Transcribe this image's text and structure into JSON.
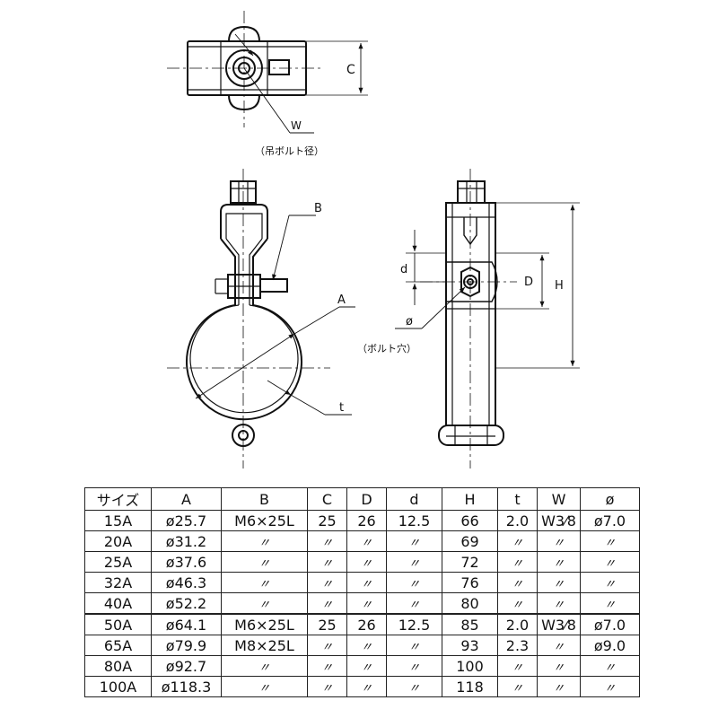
{
  "labels": {
    "w": "W",
    "w_note": "（吊ボルト径）",
    "c": "C",
    "b": "B",
    "a": "A",
    "t": "t",
    "d_small": "d",
    "d_big": "D",
    "h": "H",
    "phi": "ø",
    "phi_note": "（ボルト穴）"
  },
  "table": {
    "headers": [
      "サイズ",
      "A",
      "B",
      "C",
      "D",
      "d",
      "H",
      "t",
      "W",
      "ø"
    ],
    "rows": [
      [
        "15A",
        "ø25.7",
        "M6×25L",
        "25",
        "26",
        "12.5",
        "66",
        "2.0",
        "W3⁄8",
        "ø7.0"
      ],
      [
        "20A",
        "ø31.2",
        "〃",
        "〃",
        "〃",
        "〃",
        "69",
        "〃",
        "〃",
        "〃"
      ],
      [
        "25A",
        "ø37.6",
        "〃",
        "〃",
        "〃",
        "〃",
        "72",
        "〃",
        "〃",
        "〃"
      ],
      [
        "32A",
        "ø46.3",
        "〃",
        "〃",
        "〃",
        "〃",
        "76",
        "〃",
        "〃",
        "〃"
      ],
      [
        "40A",
        "ø52.2",
        "〃",
        "〃",
        "〃",
        "〃",
        "80",
        "〃",
        "〃",
        "〃"
      ],
      [
        "50A",
        "ø64.1",
        "M6×25L",
        "25",
        "26",
        "12.5",
        "85",
        "2.0",
        "W3⁄8",
        "ø7.0"
      ],
      [
        "65A",
        "ø79.9",
        "M8×25L",
        "〃",
        "〃",
        "〃",
        "93",
        "2.3",
        "〃",
        "ø9.0"
      ],
      [
        "80A",
        "ø92.7",
        "〃",
        "〃",
        "〃",
        "〃",
        "100",
        "〃",
        "〃",
        "〃"
      ],
      [
        "100A",
        "ø118.3",
        "〃",
        "〃",
        "〃",
        "〃",
        "118",
        "〃",
        "〃",
        "〃"
      ]
    ]
  }
}
